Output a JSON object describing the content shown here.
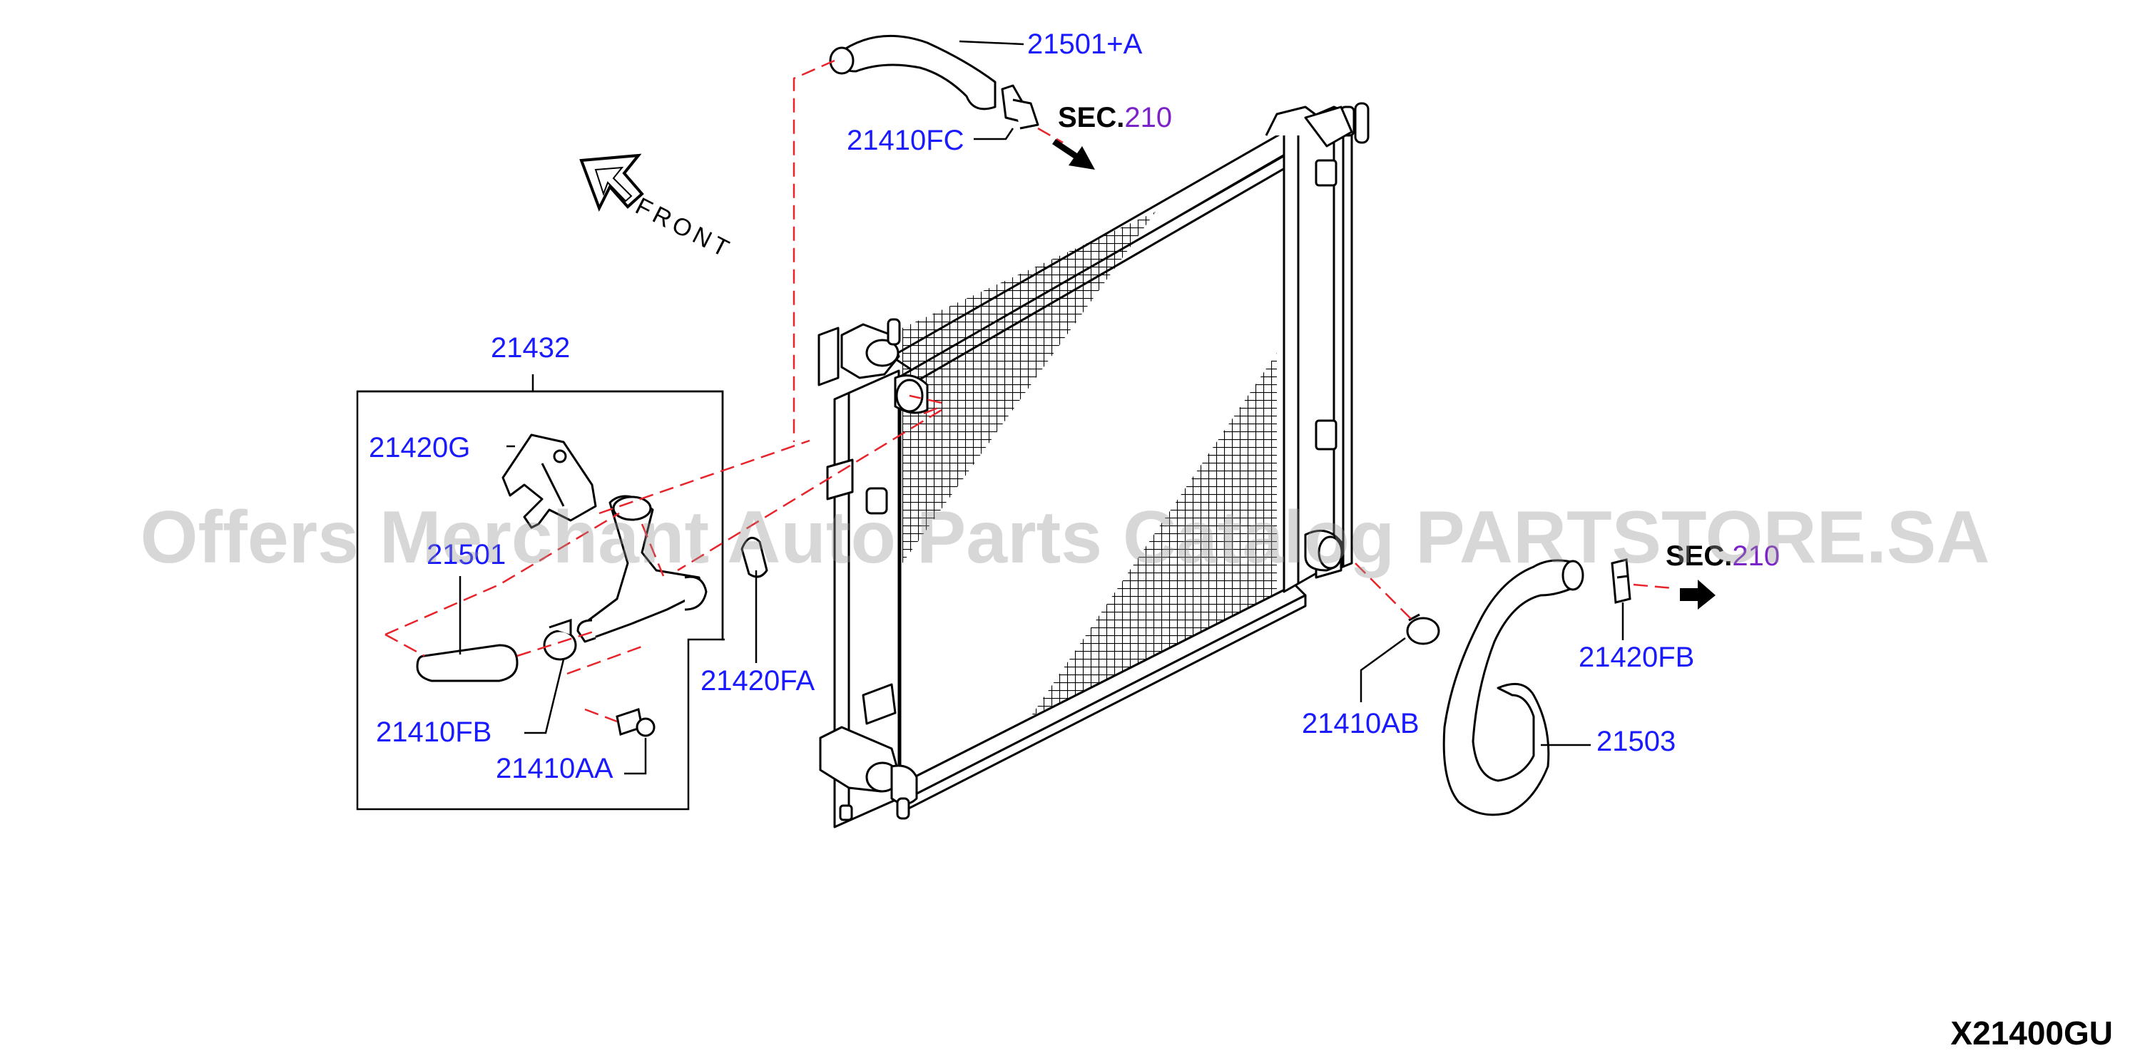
{
  "colors": {
    "callout": "#1a1aff",
    "sec_ref": "#7b22c9",
    "leader": "#000000",
    "dash": "#e8232a",
    "line_art": "#000000",
    "watermark": "#9a9a9a"
  },
  "front_label": "FRONT",
  "sec_prefix": "SEC.",
  "sec_refs": [
    {
      "id": "sec-top",
      "number": "210"
    },
    {
      "id": "sec-right",
      "number": "210"
    }
  ],
  "group_box_label": "21432",
  "callouts": [
    {
      "id": "upper-hose-a",
      "text": "21501+A"
    },
    {
      "id": "clamp-fc",
      "text": "21410FC"
    },
    {
      "id": "bracket-g",
      "text": "21420G"
    },
    {
      "id": "upper-hose",
      "text": "21501"
    },
    {
      "id": "clamp-fb",
      "text": "21410FB"
    },
    {
      "id": "bolt-aa",
      "text": "21410AA"
    },
    {
      "id": "clip-fa",
      "text": "21420FA"
    },
    {
      "id": "clamp-ab",
      "text": "21410AB"
    },
    {
      "id": "lower-hose",
      "text": "21503"
    },
    {
      "id": "clip-fb",
      "text": "21420FB"
    }
  ],
  "icons": [
    "front-arrow-icon",
    "sec-arrow-icon",
    "radiator-icon",
    "hose-icon",
    "clamp-icon",
    "bolt-icon",
    "bracket-icon",
    "clip-icon",
    "connector-icon"
  ],
  "watermark": "Offers Merchant Auto Parts Catalog PARTSTORE.SA",
  "diagram_code": "X21400GU"
}
